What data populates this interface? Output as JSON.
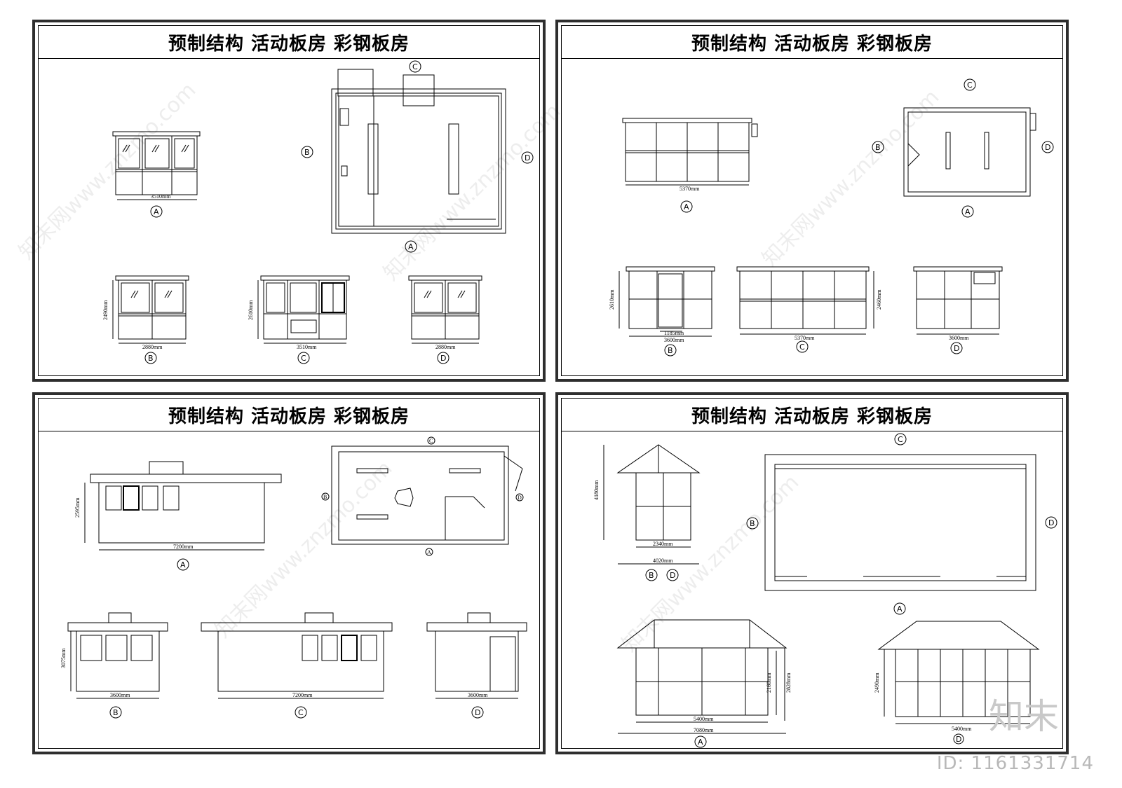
{
  "sheet_title": "预制结构  活动板房  彩钢板房",
  "panel1": {
    "label_a_top": "A",
    "dim_a_top": "3510mm",
    "plan_label_c": "C",
    "plan_label_b": "B",
    "plan_label_d": "D",
    "plan_label_a": "A",
    "label_b": "B",
    "dim_b_w": "2880mm",
    "dim_b_h": "2490mm",
    "label_c": "C",
    "dim_c_w": "3510mm",
    "dim_c_h": "2610mm",
    "label_d": "D",
    "dim_d_w": "2880mm"
  },
  "panel2": {
    "label_a_top": "A",
    "dim_a_top": "5370mm",
    "plan_label_c": "C",
    "plan_label_b": "B",
    "plan_label_d": "D",
    "plan_label_a": "A",
    "label_b": "B",
    "dim_b_w": "3600mm",
    "dim_b_door": "1185mm",
    "dim_b_h": "2610mm",
    "label_c": "C",
    "dim_c_w": "5370mm",
    "dim_c_h": "2460mm",
    "label_d": "D",
    "dim_d_w": "3600mm"
  },
  "panel3": {
    "label_a_top": "A",
    "dim_a_top": "7200mm",
    "dim_a_h": "2595mm",
    "plan_label_c": "C",
    "plan_label_b": "B",
    "plan_label_d": "D",
    "plan_label_a": "A",
    "label_b": "B",
    "dim_b_w": "3600mm",
    "dim_b_h": "3075mm",
    "label_c": "C",
    "dim_c_w": "7200mm",
    "label_d": "D",
    "dim_d_w": "3600mm"
  },
  "panel4": {
    "label_bd": "B",
    "label_bd2": "D",
    "dim_side_h": "4180mm",
    "dim_side_inner": "2340mm",
    "dim_side_w": "4020mm",
    "plan_label_c": "C",
    "plan_label_b": "B",
    "plan_label_d": "D",
    "plan_label_a": "A",
    "label_a": "A",
    "dim_a_inner": "5400mm",
    "dim_a_w": "7080mm",
    "dim_a_h1": "2160mm",
    "dim_a_h2": "2828mm",
    "label_d": "D",
    "dim_d_w": "5400mm",
    "dim_d_h": "2490mm"
  },
  "watermark": {
    "logo": "知末",
    "id": "ID: 1161331714",
    "site": "知末网www.znzmo.com"
  }
}
